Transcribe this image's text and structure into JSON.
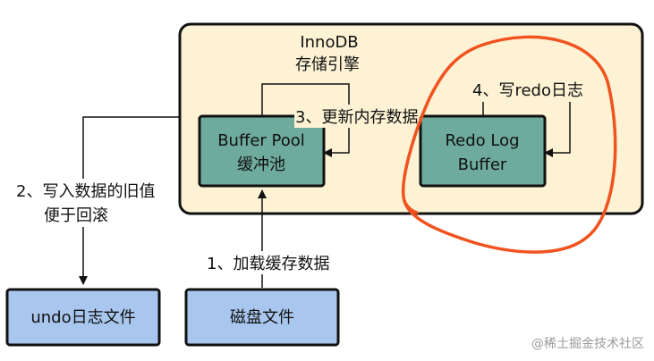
{
  "engine": {
    "line1": "InnoDB",
    "line2": "存储引擎",
    "fill_color": "#FDF2D3"
  },
  "buffer_pool": {
    "line1": "Buffer Pool",
    "line2": "缓冲池",
    "fill_color": "#6EAB9D"
  },
  "redo_log_buffer": {
    "line1": "Redo Log",
    "line2": "Buffer",
    "fill_color": "#6EAB9D"
  },
  "undo_file": {
    "label": "undo日志文件",
    "fill_color": "#A9C7EE"
  },
  "disk_file": {
    "label": "磁盘文件",
    "fill_color": "#A9C7EE"
  },
  "steps": {
    "step1": "1、加载缓存数据",
    "step2_line1": "2、写入数据的旧值",
    "step2_line2": "便于回滚",
    "step3": "3、更新内存数据",
    "step4": "4、写redo日志"
  },
  "highlight": {
    "color": "#F0531F"
  },
  "watermark": "@稀土掘金技术社区"
}
